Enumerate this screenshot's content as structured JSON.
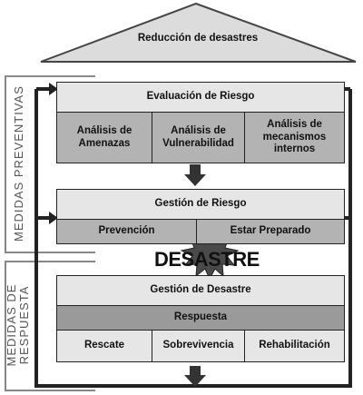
{
  "roof": {
    "label": "Reducción de desastres"
  },
  "side_labels": {
    "preventivas": "MEDIDAS PREVENTIVAS",
    "respuesta_line1": "MEDIDAS DE",
    "respuesta_line2": "RESPUESTA"
  },
  "evaluacion": {
    "title": "Evaluación de Riesgo",
    "items": [
      "Análisis de\nAmenazas",
      "Análisis de\nVulnerabilidad",
      "Análisis de\nmecanismos\ninternos"
    ]
  },
  "gestion_riesgo": {
    "title": "Gestión de Riesgo",
    "items": [
      "Prevención",
      "Estar Preparado"
    ]
  },
  "event": {
    "label": "DESASTRE"
  },
  "gestion_desastre": {
    "title": "Gestión de Desastre",
    "respuesta": "Respuesta",
    "items": [
      "Rescate",
      "Sobrevivencia",
      "Rehabilitación"
    ]
  },
  "colors": {
    "light": "#e6e6e6",
    "mid": "#b3b3b3",
    "dark": "#9a9a9a",
    "frame": "#333333"
  },
  "icons": [
    "arrow-down-icon",
    "arrow-left-icon",
    "star-burst-icon"
  ]
}
